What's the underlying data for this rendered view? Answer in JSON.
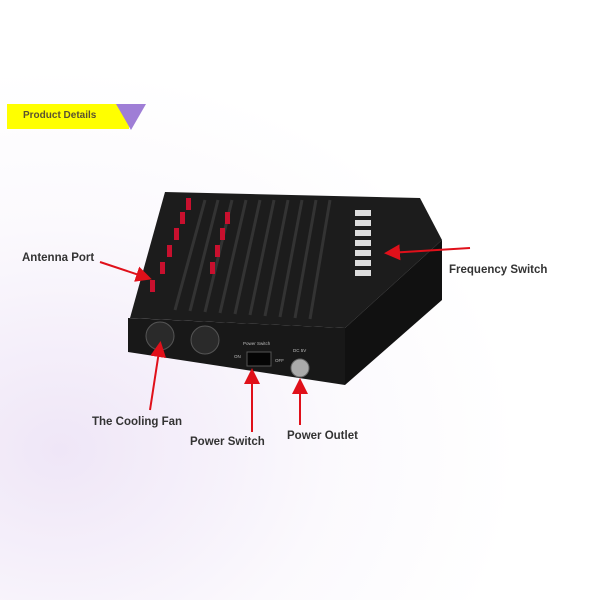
{
  "banner": {
    "title": "Product Details",
    "color": "#ffff00",
    "accent": "#9f7ed6"
  },
  "labels": {
    "antenna_port": "Antenna Port",
    "frequency_switch": "Frequency Switch",
    "cooling_fan": "The Cooling Fan",
    "power_switch": "Power Switch",
    "power_outlet": "Power Outlet"
  },
  "device_print": {
    "switch_label": "Power Switch",
    "on": "ON",
    "off": "OFF",
    "dc": "DC 5V"
  },
  "arrow_color": "#e0101a"
}
